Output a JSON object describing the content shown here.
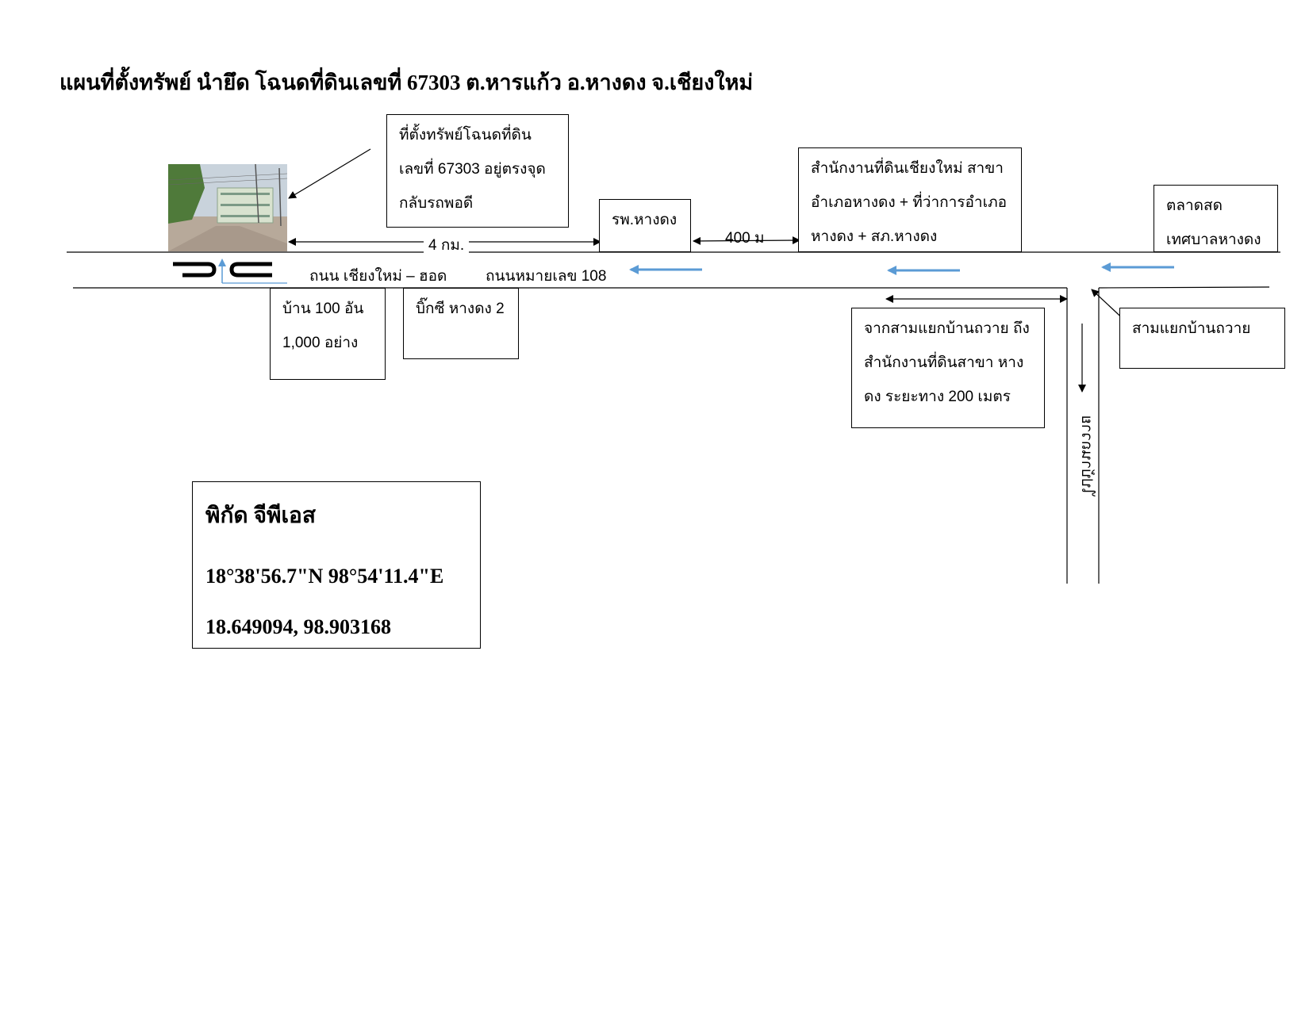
{
  "title": "แผนที่ตั้งทรัพย์ นำยึด โฉนดที่ดินเลขที่ 67303 ต.หารแก้ว อ.หางดง จ.เชียงใหม่",
  "property_callout": {
    "lines": [
      "ที่ตั้งทรัพย์โฉนดที่ดิน",
      "เลขที่ 67303 อยู่ตรงจุด",
      "กลับรถพอดี"
    ]
  },
  "hospital": "รพ.หางดง",
  "land_office": {
    "lines": [
      "สำนักงานที่ดินเชียงใหม่ สาขา",
      "อำเภอหางดง + ที่ว่าการอำเภอ",
      "หางดง + สภ.หางดง"
    ]
  },
  "market": {
    "lines": [
      "ตลาดสด",
      "เทศบาลหางดง"
    ]
  },
  "distances": {
    "to_hospital": "4 กม.",
    "hospital_to_office": "400 ม"
  },
  "roads": {
    "main_name": "ถนน เชียงใหม่ – ฮอด",
    "main_number": "ถนนหมายเลข 108",
    "side_road": "ไปบ้านถวาย"
  },
  "ban100": {
    "lines": [
      "บ้าน 100 อัน",
      "1,000 อย่าง"
    ]
  },
  "bigc": "บิ๊กซี หางดง 2",
  "junction_note": {
    "lines": [
      "จากสามแยกบ้านถวาย ถึง",
      "สำนักงานที่ดินสาขา หาง",
      "ดง ระยะทาง 200 เมตร"
    ]
  },
  "junction": "สามแยกบ้านถวาย",
  "gps": {
    "heading": "พิกัด จีพีเอส",
    "dms": "18°38'56.7\"N 98°54'11.4\"E",
    "decimal": "18.649094, 98.903168"
  },
  "colors": {
    "arrow_blue": "#5b9bd5",
    "line": "#000000",
    "photo_sky": "#c9d3dc",
    "photo_ground": "#b7a99a",
    "photo_building": "#d8e2cf",
    "photo_tree": "#4f7a3a"
  },
  "icons": {
    "u_turn": "u-turn-icon",
    "traffic_direction": "left-arrow-icon"
  }
}
